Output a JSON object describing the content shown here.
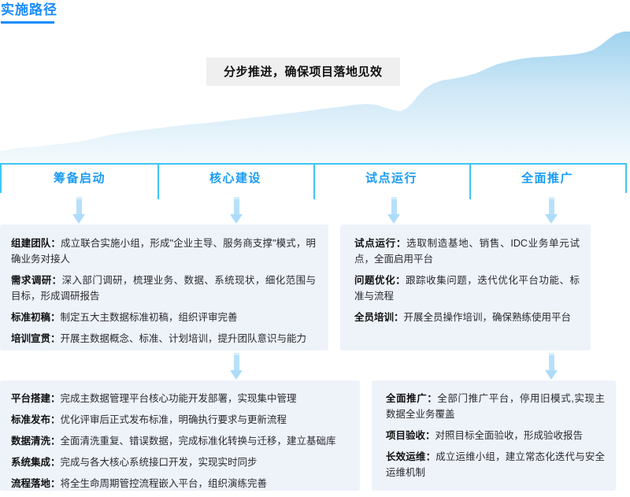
{
  "page": {
    "title": "实施路径",
    "accent": "#1a8cff",
    "phase_divider_color": "#3fc6f5",
    "card_bg": "#eef3fa",
    "arrow_color": "#addcfa"
  },
  "hero": {
    "banner_text": "分步推进，确保项目落地见效",
    "banner_bg": "#efefef"
  },
  "phases": [
    {
      "label": "筹备启动"
    },
    {
      "label": "核心建设"
    },
    {
      "label": "试点运行"
    },
    {
      "label": "全面推广"
    }
  ],
  "cards": {
    "prep": {
      "items": [
        {
          "key": "组建团队：",
          "value": "成立联合实施小组，形成\"企业主导、服务商支撑\"模式，明确业务对接人"
        },
        {
          "key": "需求调研：",
          "value": "深入部门调研，梳理业务、数据、系统现状，细化范围与目标，形成调研报告"
        },
        {
          "key": "标准初稿：",
          "value": "制定五大主数据标准初稿，组织评审完善"
        },
        {
          "key": "培训宣贯：",
          "value": "开展主数据概念、标准、计划培训，提升团队意识与能力"
        }
      ]
    },
    "pilot": {
      "items": [
        {
          "key": "试点运行：",
          "value": "选取制造基地、销售、IDC业务单元试点，全面启用平台"
        },
        {
          "key": "问题优化：",
          "value": "跟踪收集问题，迭代优化平台功能、标准与流程"
        },
        {
          "key": "全员培训：",
          "value": "开展全员操作培训，确保熟练使用平台"
        }
      ]
    },
    "core": {
      "items": [
        {
          "key": "平台搭建：",
          "value": "完成主数据管理平台核心功能开发部署，实现集中管理"
        },
        {
          "key": "标准发布：",
          "value": "优化评审后正式发布标准，明确执行要求与更新流程"
        },
        {
          "key": "数据清洗：",
          "value": "全面清洗重复、错误数据，完成标准化转换与迁移，建立基础库"
        },
        {
          "key": "系统集成：",
          "value": "完成与各大核心系统接口开发，实现实时同步"
        },
        {
          "key": "流程落地：",
          "value": "将全生命周期管控流程嵌入平台，组织演练完善"
        }
      ]
    },
    "rollout": {
      "items": [
        {
          "key": "全面推广：",
          "value": "全部门推广平台，停用旧模式,实现主数据全业务覆盖"
        },
        {
          "key": "项目验收：",
          "value": "对照目标全面验收，形成验收报告"
        },
        {
          "key": "长效运维：",
          "value": "成立运维小组，建立常态化迭代与安全运维机制"
        }
      ]
    }
  }
}
